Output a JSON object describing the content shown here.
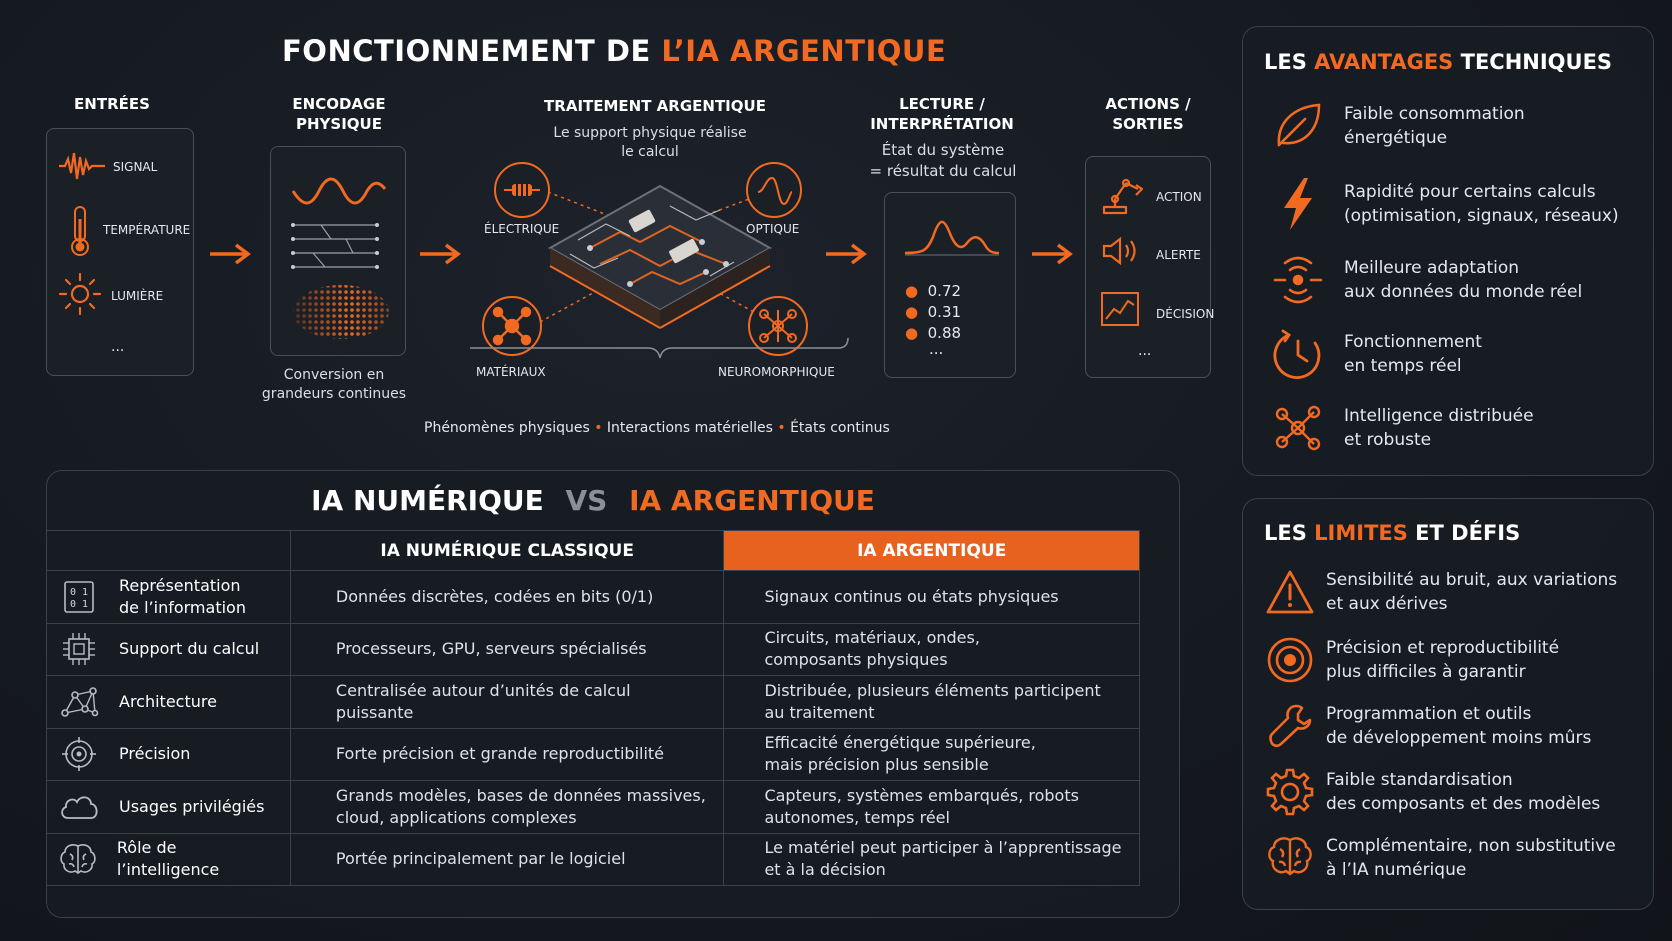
{
  "flow": {
    "title_part1": "FONCTIONNEMENT DE ",
    "title_part2": "L’IA ARGENTIQUE",
    "inputs": {
      "title": "ENTRÉES",
      "items": [
        "SIGNAL",
        "TEMPÉRATURE",
        "LUMIÈRE"
      ],
      "more": "..."
    },
    "encoding": {
      "title_line1": "ENCODAGE",
      "title_line2": "PHYSIQUE",
      "caption_line1": "Conversion en",
      "caption_line2": "grandeurs continues"
    },
    "processing": {
      "title": "TRAITEMENT ARGENTIQUE",
      "subtitle_line1": "Le support physique réalise",
      "subtitle_line2": "le calcul",
      "nodes": [
        "ÉLECTRIQUE",
        "OPTIQUE",
        "MATÉRIAUX",
        "NEUROMORPHIQUE"
      ],
      "footer_1": "Phénomènes physiques",
      "footer_2": "Interactions matérielles",
      "footer_3": "États continus",
      "footer_sep": "•"
    },
    "reading": {
      "title_line1": "LECTURE /",
      "title_line2": "INTERPRÉTATION",
      "subtitle_line1": "État du système",
      "subtitle_line2": "= résultat du calcul",
      "values": [
        "0.72",
        "0.31",
        "0.88"
      ],
      "more": "..."
    },
    "outputs": {
      "title_line1": "ACTIONS /",
      "title_line2": "SORTIES",
      "items": [
        "ACTION",
        "ALERTE",
        "DÉCISION"
      ],
      "more": "..."
    }
  },
  "comparison": {
    "title_1": "IA  NUMÉRIQUE",
    "title_vs": "VS",
    "title_2": "IA  ARGENTIQUE",
    "col_numeric": "IA NUMÉRIQUE CLASSIQUE",
    "col_argentic": "IA ARGENTIQUE",
    "rows": [
      {
        "icon": "binary-icon",
        "label_1": "Représentation",
        "label_2": "de l’information",
        "numeric_1": "Données discrètes, codées en bits (0/1)",
        "numeric_2": "",
        "argentic_1": "Signaux continus ou états physiques",
        "argentic_2": ""
      },
      {
        "icon": "chip-icon",
        "label_1": "Support du calcul",
        "label_2": "",
        "numeric_1": "Processeurs, GPU, serveurs spécialisés",
        "numeric_2": "",
        "argentic_1": "Circuits, matériaux, ondes,",
        "argentic_2": "composants physiques"
      },
      {
        "icon": "network-icon",
        "label_1": "Architecture",
        "label_2": "",
        "numeric_1": "Centralisée autour d’unités de calcul puissante",
        "numeric_2": "",
        "argentic_1": "Distribuée, plusieurs éléments participent",
        "argentic_2": "au traitement"
      },
      {
        "icon": "target-icon",
        "label_1": "Précision",
        "label_2": "",
        "numeric_1": "Forte précision et grande reproductibilité",
        "numeric_2": "",
        "argentic_1": "Efficacité énergétique supérieure,",
        "argentic_2": "mais précision plus sensible"
      },
      {
        "icon": "cloud-icon",
        "label_1": "Usages privilégiés",
        "label_2": "",
        "numeric_1": "Grands modèles, bases de données massives,",
        "numeric_2": "cloud, applications complexes",
        "argentic_1": "Capteurs, systèmes embarqués, robots",
        "argentic_2": "autonomes, temps réel"
      },
      {
        "icon": "brain-icon",
        "label_1": "Rôle de l’intelligence",
        "label_2": "",
        "numeric_1": "Portée principalement par le logiciel",
        "numeric_2": "",
        "argentic_1": "Le matériel peut participer à l’apprentissage",
        "argentic_2": "et à la décision"
      }
    ]
  },
  "advantages": {
    "title_1": "LES ",
    "title_2": "AVANTAGES",
    "title_3": " TECHNIQUES",
    "items": [
      {
        "icon": "leaf-icon",
        "line1": "Faible consommation",
        "line2": "énergétique"
      },
      {
        "icon": "lightning-icon",
        "line1": "Rapidité pour certains calculs",
        "line2": "(optimisation, signaux, réseaux)"
      },
      {
        "icon": "wave-sensor-icon",
        "line1": "Meilleure adaptation",
        "line2": "aux données du monde réel"
      },
      {
        "icon": "clock-icon",
        "line1": "Fonctionnement",
        "line2": "en temps réel"
      },
      {
        "icon": "distributed-nodes-icon",
        "line1": "Intelligence distribuée",
        "line2": "et robuste"
      }
    ]
  },
  "limits": {
    "title_1": "LES ",
    "title_2": "LIMITES",
    "title_3": " ET DÉFIS",
    "items": [
      {
        "icon": "warning-icon",
        "line1": "Sensibilité au bruit, aux variations",
        "line2": "et aux dérives"
      },
      {
        "icon": "target-icon",
        "line1": "Précision et reproductibilité",
        "line2": "plus difficiles à garantir"
      },
      {
        "icon": "wrench-icon",
        "line1": "Programmation et outils",
        "line2": "de développement moins mûrs"
      },
      {
        "icon": "gear-icon",
        "line1": "Faible standardisation",
        "line2": "des composants et des modèles"
      },
      {
        "icon": "brain-icon",
        "line1": "Complémentaire, non substitutive",
        "line2": "à l’IA numérique"
      }
    ]
  },
  "colors": {
    "accent": "#f26a21",
    "background": "#151920",
    "panel_border": "#3a3f48",
    "text": "#e6e8ec"
  }
}
